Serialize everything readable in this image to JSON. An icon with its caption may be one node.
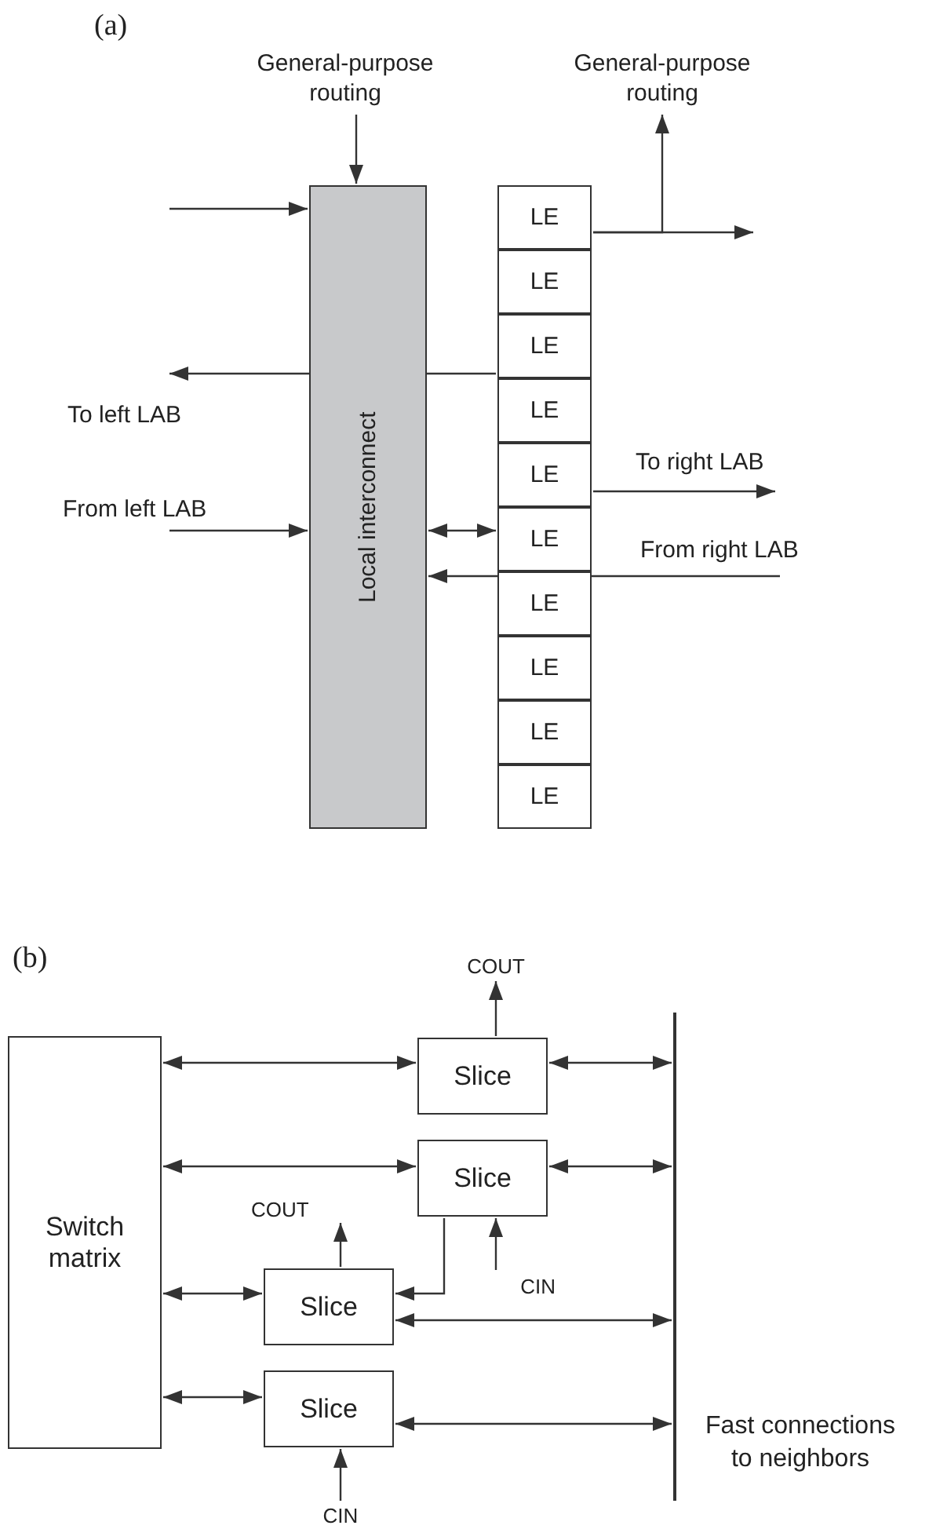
{
  "diagram": {
    "nodes": [
      {
        "text": [
          "General-purpose routing"
        ]
      },
      {
        "text": [
          "Local interconnect"
        ]
      },
      {
        "text": [
          "LE"
        ]
      },
      {
        "text": [
          "LE"
        ]
      },
      {
        "text": [
          "LE"
        ]
      },
      {
        "text": [
          "LE"
        ]
      },
      {
        "text": [
          "LE"
        ]
      },
      {
        "text": [
          "LE"
        ]
      },
      {
        "text": [
          "LE"
        ]
      },
      {
        "text": [
          "LE"
        ]
      },
      {
        "text": [
          "LE"
        ]
      },
      {
        "text": [
          "LE"
        ]
      },
      {
        "text": [
          "General-purpose routing"
        ]
      },
      {
        "text": [
          "Switch matrix"
        ]
      },
      {
        "text": [
          "Slice"
        ]
      },
      {
        "text": [
          "Slice"
        ]
      },
      {
        "text": [
          "Slice"
        ]
      },
      {
        "text": [
          "Slice"
        ]
      },
      {
        "text": [],
        "shape": "bar",
        "beside": [
          "Fast connections to neighbors"
        ]
      },
      {
        "text": [
          "COUT"
        ]
      },
      {
        "text": [
          "COUT"
        ]
      },
      {
        "text": [
          "CIN"
        ]
      },
      {
        "text": [
          "CIN"
        ]
      }
    ],
    "edges": [
      {
        "from": 0,
        "to": 1,
        "arrow": "to"
      },
      {
        "from": null,
        "to": 1,
        "arrow": "to"
      },
      {
        "from": 2,
        "to": 12,
        "arrow": "to"
      },
      {
        "from": 2,
        "to": null,
        "arrow": "to"
      },
      {
        "from": 4,
        "to": null,
        "arrow": "to",
        "label": "To left LAB"
      },
      {
        "from": 6,
        "to": null,
        "arrow": "to",
        "label": "To right LAB"
      },
      {
        "from": null,
        "to": 1,
        "arrow": "to",
        "label": "From left LAB"
      },
      {
        "from": 1,
        "to": 7,
        "arrow": "both"
      },
      {
        "from": null,
        "to": 1,
        "arrow": "to",
        "label": "From right LAB"
      },
      {
        "from": 13,
        "to": 14,
        "arrow": "both"
      },
      {
        "from": 13,
        "to": 15,
        "arrow": "both"
      },
      {
        "from": 13,
        "to": 16,
        "arrow": "both"
      },
      {
        "from": 13,
        "to": 17,
        "arrow": "both"
      },
      {
        "from": 14,
        "to": 18,
        "arrow": "both"
      },
      {
        "from": 15,
        "to": 18,
        "arrow": "both"
      },
      {
        "from": 16,
        "to": 18,
        "arrow": "both"
      },
      {
        "from": 17,
        "to": 18,
        "arrow": "both"
      },
      {
        "from": 14,
        "to": 19,
        "arrow": "to"
      },
      {
        "from": 15,
        "to": 16,
        "arrow": "to"
      },
      {
        "from": 16,
        "to": 20,
        "arrow": "to"
      },
      {
        "from": 21,
        "to": 15,
        "arrow": "to"
      },
      {
        "from": 22,
        "to": 17,
        "arrow": "to"
      }
    ],
    "labels": [
      "(a)",
      "(b)"
    ]
  }
}
